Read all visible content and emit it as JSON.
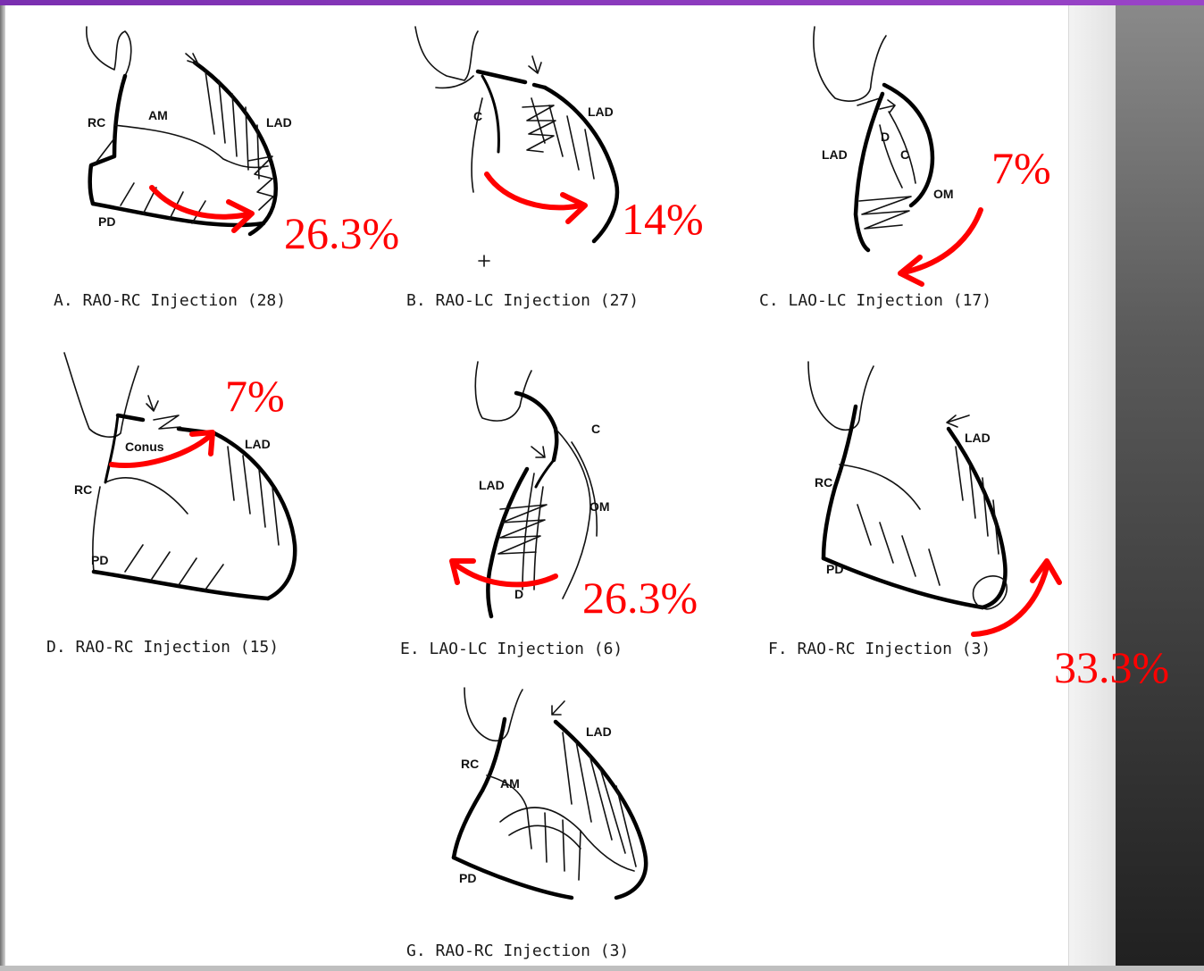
{
  "panels": [
    {
      "caption": "A. RAO-RC Injection (28)",
      "labels": [
        "RC",
        "AM",
        "LAD",
        "PD"
      ],
      "percent": "26.3%"
    },
    {
      "caption": "B. RAO-LC Injection (27)",
      "labels": [
        "C",
        "LAD"
      ],
      "percent": "14%"
    },
    {
      "caption": "C. LAO-LC Injection (17)",
      "labels": [
        "LAD",
        "D",
        "C",
        "OM"
      ],
      "percent": "7%"
    },
    {
      "caption": "D. RAO-RC Injection (15)",
      "labels": [
        "Conus",
        "LAD",
        "RC",
        "PD"
      ],
      "percent": "7%"
    },
    {
      "caption": "E. LAO-LC Injection (6)",
      "labels": [
        "C",
        "LAD",
        "OM",
        "D"
      ],
      "percent": "26.3%"
    },
    {
      "caption": "F. RAO-RC Injection (3)",
      "labels": [
        "LAD",
        "RC",
        "PD"
      ],
      "percent": "33.3%"
    },
    {
      "caption": "G. RAO-RC Injection (3)",
      "labels": [
        "LAD",
        "RC",
        "AM",
        "PD"
      ]
    }
  ],
  "colors": {
    "accent_arrow": "#ff0000",
    "line_ink": "#111111",
    "top_bar": "#8a3cc0"
  }
}
